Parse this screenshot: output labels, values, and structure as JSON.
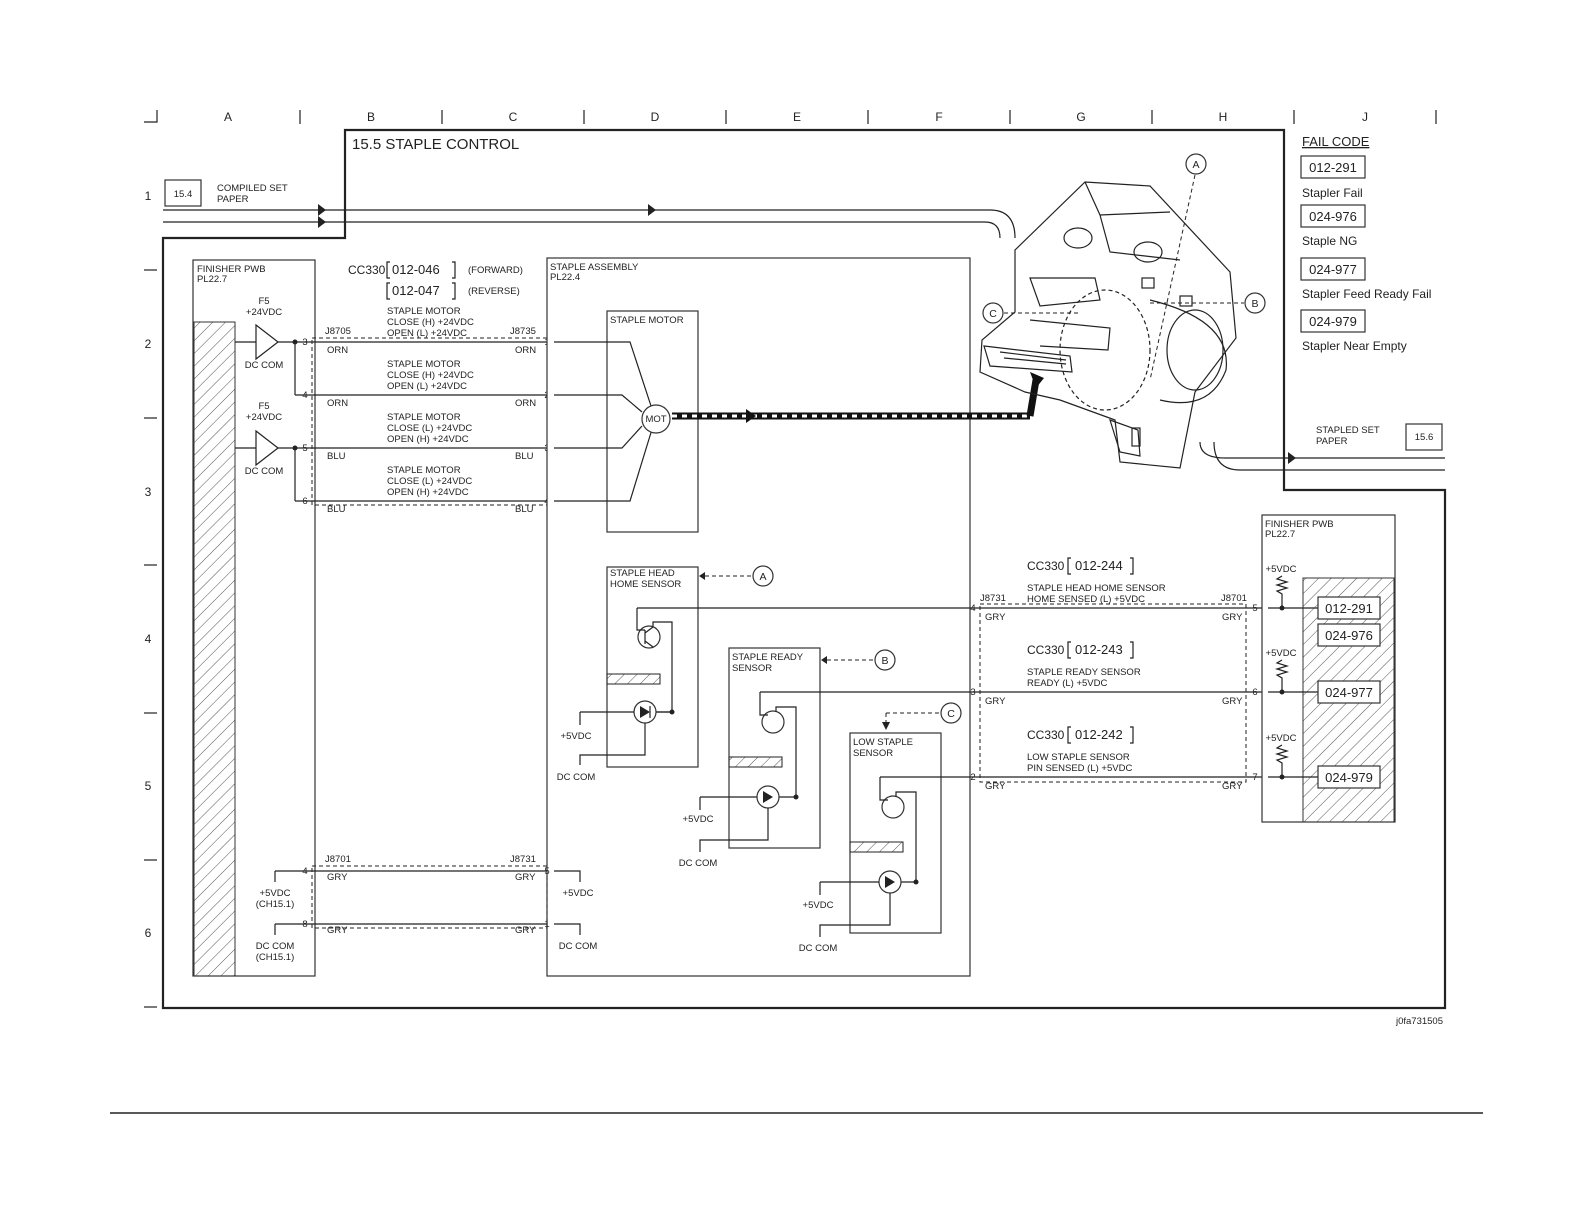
{
  "grid": {
    "columns": [
      "A",
      "B",
      "C",
      "D",
      "E",
      "F",
      "G",
      "H",
      "J"
    ],
    "rows": [
      "1",
      "2",
      "3",
      "4",
      "5",
      "6"
    ]
  },
  "title": "15.5 STAPLE CONTROL",
  "fail_code": {
    "heading": "FAIL CODE",
    "items": [
      {
        "code": "012-291",
        "desc": "Stapler Fail"
      },
      {
        "code": "024-976",
        "desc": "Staple NG"
      },
      {
        "code": "024-977",
        "desc": "Stapler Feed Ready Fail"
      },
      {
        "code": "024-979",
        "desc": "Stapler Near Empty"
      }
    ]
  },
  "refs": {
    "in_ref": "15.4",
    "in_label_1": "COMPILED SET",
    "in_label_2": "PAPER",
    "out_ref": "15.6",
    "out_label_1": "STAPLED SET",
    "out_label_2": "PAPER"
  },
  "finisher_pwb": {
    "line1": "FINISHER PWB",
    "line2": "PL22.7"
  },
  "staple_assembly": {
    "line1": "STAPLE ASSEMBLY",
    "line2": "PL22.4"
  },
  "power": {
    "f5": "F5",
    "v24": "+24VDC",
    "dccom": "DC COM",
    "v5": "+5VDC",
    "v5_ch": "+5VDC",
    "ch": "(CH15.1)",
    "dccom_ch": "DC COM"
  },
  "connectors": {
    "j8705": "J8705",
    "j8735": "J8735",
    "j8701": "J8701",
    "j8731": "J8731"
  },
  "motor_cc": {
    "cc": "CC330",
    "code1": "012-046",
    "dir1": "(FORWARD)",
    "code2": "012-047",
    "dir2": "(REVERSE)"
  },
  "motor_lines": [
    {
      "l1": "STAPLE MOTOR",
      "l2": "CLOSE (H) +24VDC",
      "l3": "OPEN (L) +24VDC",
      "wire": "ORN",
      "pin_l": "3",
      "pin_r": "1"
    },
    {
      "l1": "STAPLE MOTOR",
      "l2": "CLOSE (H) +24VDC",
      "l3": "OPEN (L) +24VDC",
      "wire": "ORN",
      "pin_l": "4",
      "pin_r": "2"
    },
    {
      "l1": "STAPLE MOTOR",
      "l2": "CLOSE (L) +24VDC",
      "l3": "OPEN (H) +24VDC",
      "wire": "BLU",
      "pin_l": "5",
      "pin_r": "3"
    },
    {
      "l1": "STAPLE MOTOR",
      "l2": "CLOSE (L) +24VDC",
      "l3": "OPEN (H) +24VDC",
      "wire": "BLU",
      "pin_l": "6",
      "pin_r": "4"
    }
  ],
  "staple_motor": {
    "label": "STAPLE MOTOR",
    "mot": "MOT"
  },
  "sensors": [
    {
      "name1": "STAPLE HEAD",
      "name2": "HOME SENSOR",
      "tag": "A",
      "cc": "CC330",
      "code": "012-244",
      "sig1": "STAPLE HEAD HOME SENSOR",
      "sig2": "HOME SENSED (L) +5VDC",
      "pin_l": "4",
      "pin_r": "5",
      "wire": "GRY",
      "fail": "012-291",
      "fail2": "024-976"
    },
    {
      "name1": "STAPLE READY",
      "name2": "SENSOR",
      "tag": "B",
      "cc": "CC330",
      "code": "012-243",
      "sig1": "STAPLE READY SENSOR",
      "sig2": "READY (L) +5VDC",
      "pin_l": "3",
      "pin_r": "6",
      "wire": "GRY",
      "fail": "024-977"
    },
    {
      "name1": "LOW STAPLE",
      "name2": "SENSOR",
      "tag": "C",
      "cc": "CC330",
      "code": "012-242",
      "sig1": "LOW STAPLE SENSOR",
      "sig2": "PIN SENSED (L) +5VDC",
      "pin_l": "2",
      "pin_r": "7",
      "wire": "GRY",
      "fail": "024-979"
    }
  ],
  "power_lines": [
    {
      "wire": "GRY",
      "pin_l": "4",
      "pin_r": "5"
    },
    {
      "wire": "GRY",
      "pin_l": "8",
      "pin_r": "1"
    }
  ],
  "figure_id": "j0fa731505"
}
